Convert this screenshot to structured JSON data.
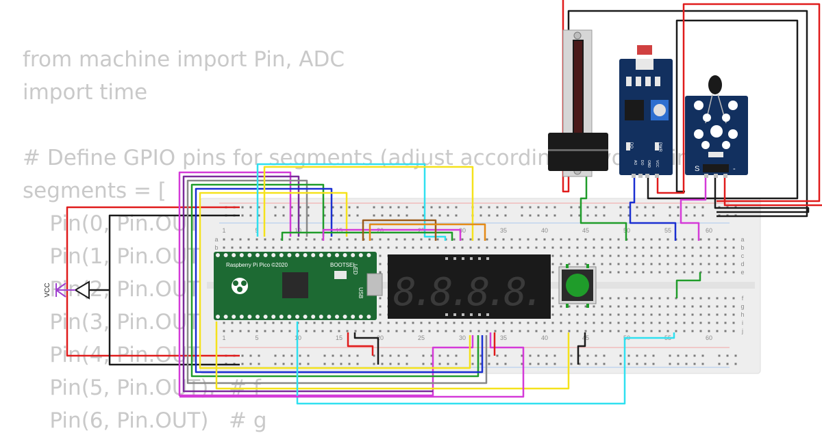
{
  "code": {
    "lines": [
      "from machine import Pin, ADC",
      "import time",
      "",
      "# Define GPIO pins for segments (adjust according to your wiring)",
      "segments = [",
      "    Pin(0, Pin.OUT),",
      "    Pin(1, Pin.OUT),",
      "    Pin(2, Pin.OUT),",
      "    Pin(3, Pin.OUT),",
      "    Pin(4, Pin.OUT),",
      "    Pin(5, Pin.OUT),  # f",
      "    Pin(6, Pin.OUT)   # g"
    ]
  },
  "breadboard": {
    "column_numbers": [
      "1",
      "5",
      "10",
      "15",
      "20",
      "25",
      "30",
      "35",
      "40",
      "45",
      "50",
      "55",
      "60"
    ],
    "row_letters_top": [
      "a",
      "b",
      "c",
      "d",
      "e"
    ],
    "row_letters_bottom": [
      "f",
      "g",
      "h",
      "i",
      "j"
    ]
  },
  "pico": {
    "title": "Raspberry Pi Pico ©2020",
    "bootsel": "BOOTSEL",
    "usb": "USB",
    "led": "LED"
  },
  "display": {
    "digits": "8.8.8.8."
  },
  "power": {
    "vcc_label": "VCC"
  },
  "ldr_module": {
    "pin_labels": [
      "AO",
      "DO",
      "GND",
      "VCC"
    ],
    "led_labels": [
      "PWR",
      "DO"
    ]
  },
  "ntc_module": {
    "signal_label": "S",
    "minus_label": "-"
  },
  "colors": {
    "wire_red": "#e01b1b",
    "wire_black": "#1a1a1a",
    "wire_cyan": "#2fe0f0",
    "wire_yellow": "#f5e21b",
    "wire_magenta": "#d43ad8",
    "wire_green": "#1f9c2a",
    "wire_blue": "#1a2fd1",
    "wire_orange": "#e58a16",
    "pico_green": "#1d6a33",
    "module_blue": "#12305f"
  }
}
